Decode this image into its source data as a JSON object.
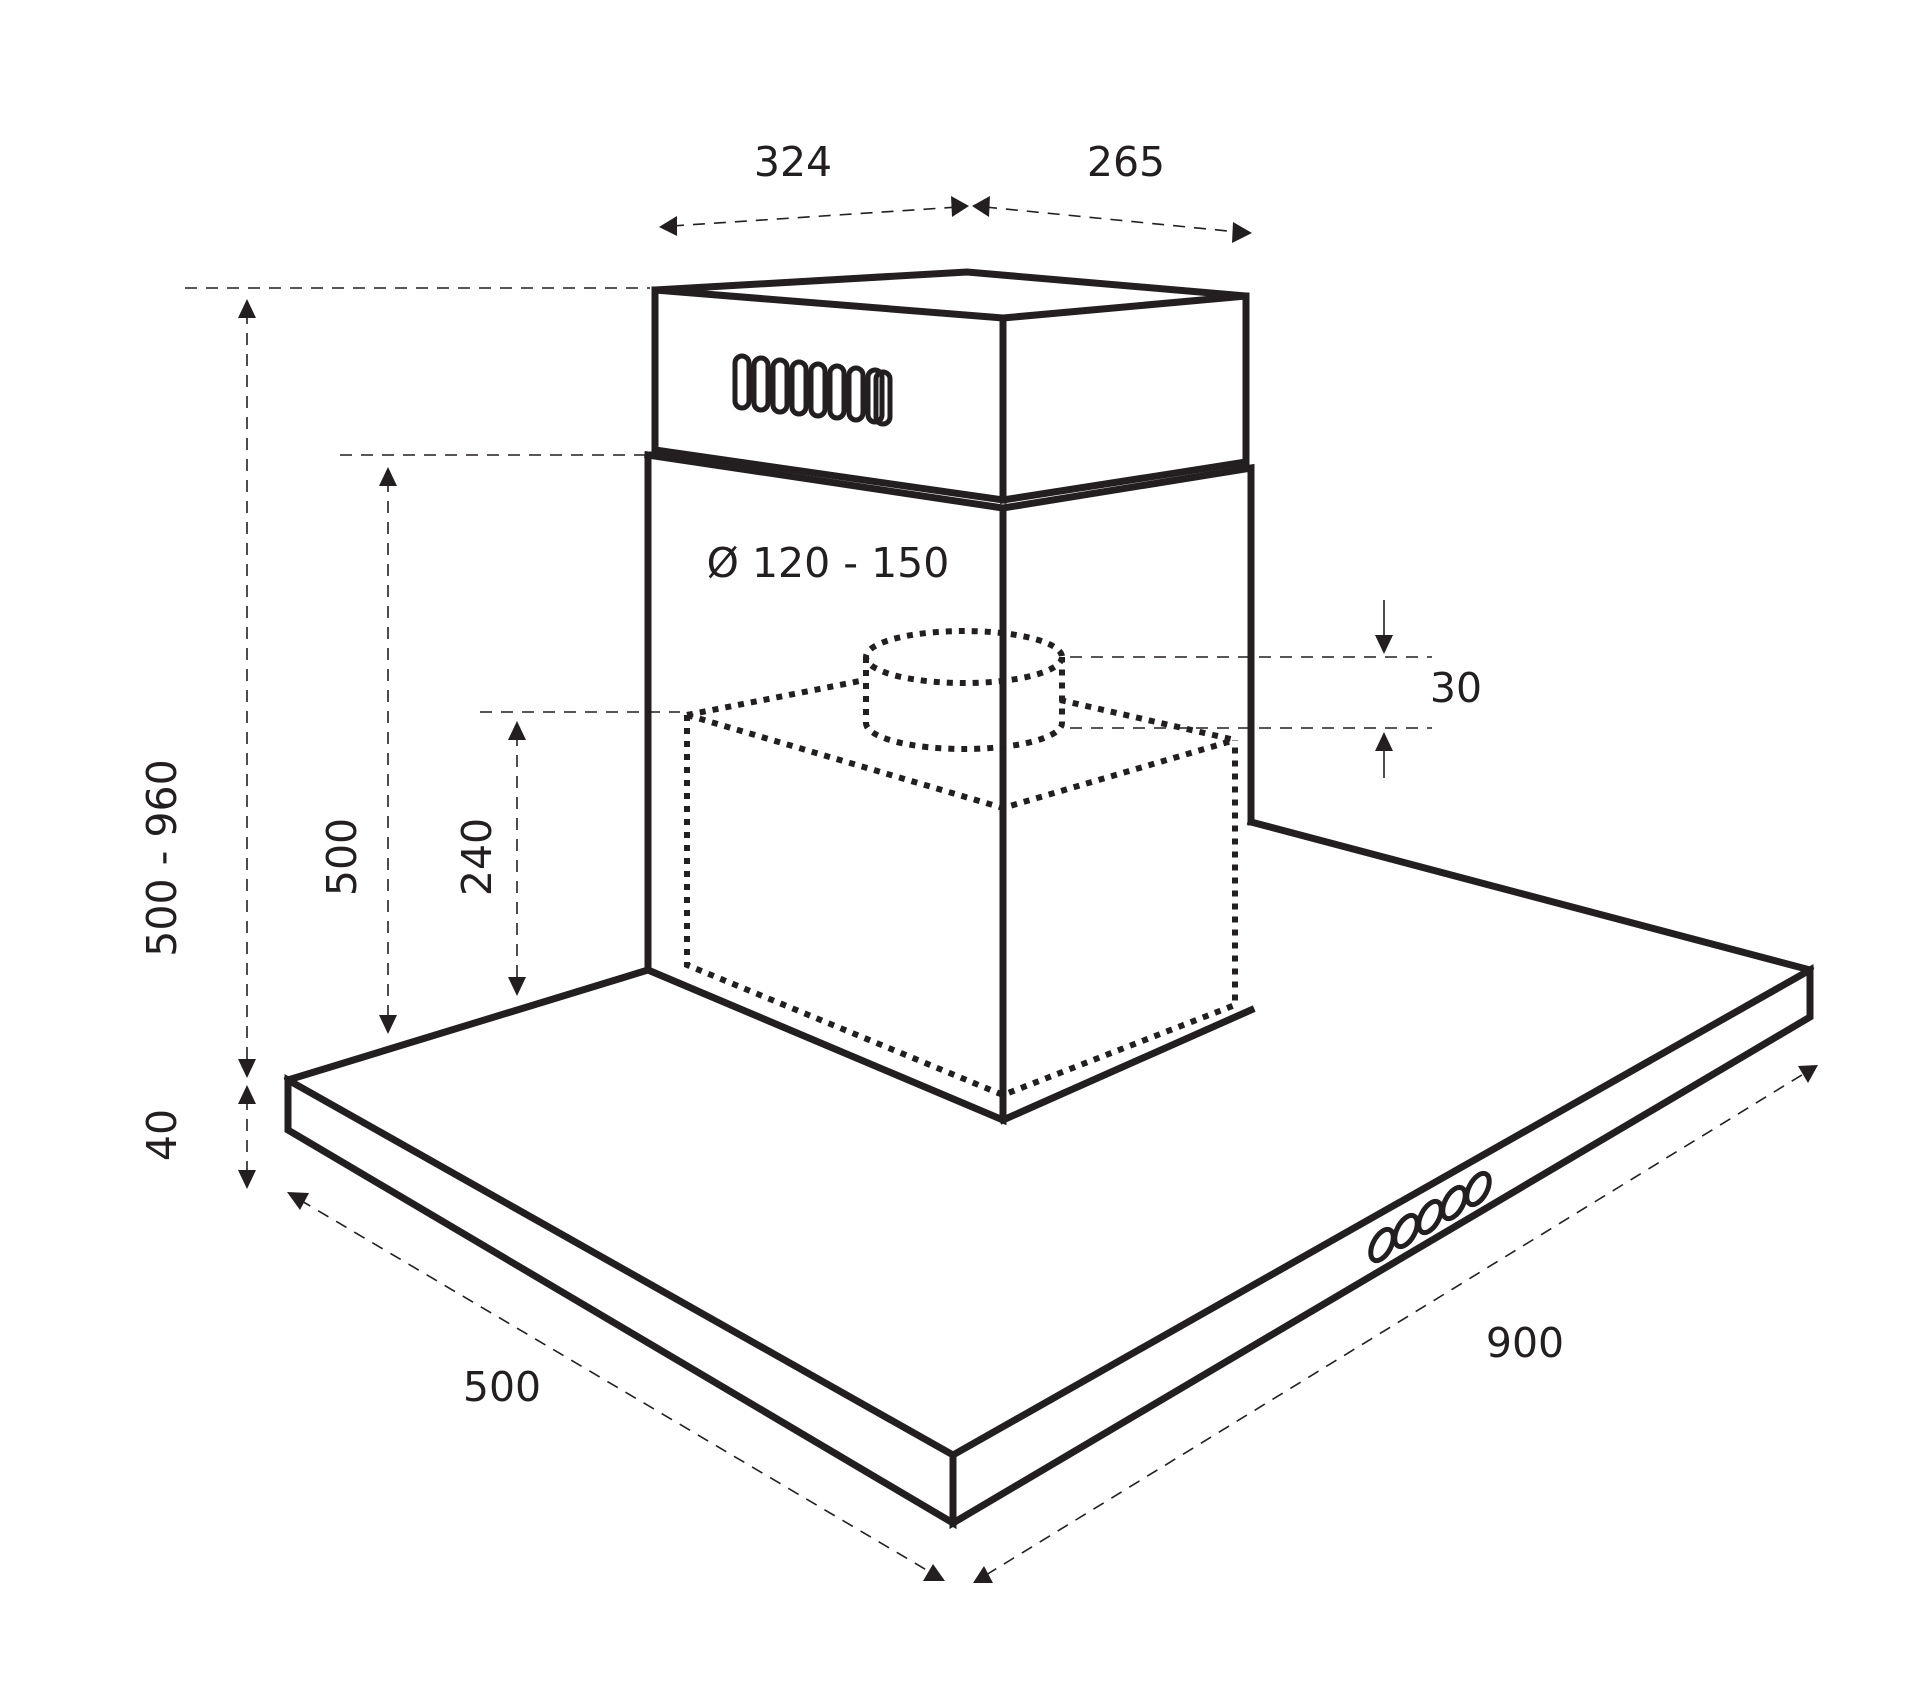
{
  "dimensions": {
    "chimney_width": "324",
    "chimney_depth": "265",
    "total_height_range": "500 - 960",
    "lower_chimney_height": "500",
    "motor_housing_height": "240",
    "outlet_collar_height": "30",
    "outlet_diameter": "Ø 120 - 150",
    "canopy_thickness": "40",
    "canopy_depth": "500",
    "canopy_width": "900"
  },
  "colors": {
    "line": "#231f20",
    "background": "#ffffff"
  },
  "features": {
    "vent_slots": 9,
    "control_buttons": 5
  }
}
